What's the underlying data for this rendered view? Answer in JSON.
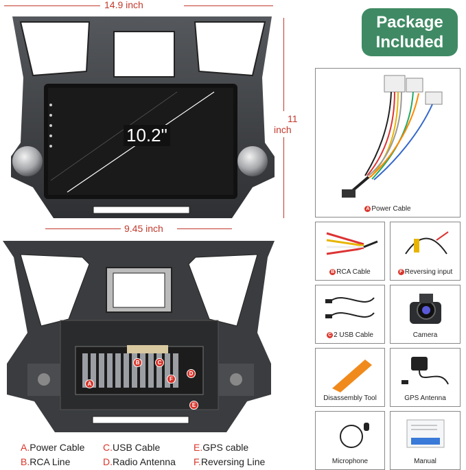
{
  "dimensions": {
    "width": "14.9 inch",
    "height_number": "11",
    "height_unit": "inch",
    "screen": "10.2\"",
    "screen_width": "9.45 inch"
  },
  "badge": {
    "line1": "Package",
    "line2": "Included"
  },
  "package": {
    "power_cable": {
      "marker": "A",
      "label": "Power Cable"
    },
    "rca_cable": {
      "marker": "B",
      "label": "RCA Cable"
    },
    "reversing_input": {
      "marker": "F",
      "label": "Reversing input"
    },
    "usb_cable": {
      "marker": "C",
      "label": "2 USB Cable"
    },
    "camera": {
      "label": "Camera"
    },
    "disassembly_tool": {
      "label": "Disassembly Tool"
    },
    "gps_antenna": {
      "label": "GPS Antenna"
    },
    "microphone": {
      "label": "Microphone"
    },
    "manual": {
      "label": "Manual"
    }
  },
  "back_markers": [
    "A",
    "B",
    "C",
    "D",
    "E",
    "F"
  ],
  "legend": [
    {
      "key": "A.",
      "text": "Power Cable"
    },
    {
      "key": "B.",
      "text": "RCA Line"
    },
    {
      "key": "C.",
      "text": "USB Cable"
    },
    {
      "key": "D.",
      "text": "Radio Antenna"
    },
    {
      "key": "E.",
      "text": "GPS cable"
    },
    {
      "key": "F.",
      "text": "Reversing Line"
    }
  ],
  "colors": {
    "accent_red": "#c0392b",
    "badge_green": "#3f8a64",
    "frame_dark": "#3a3c3f",
    "screen_black": "#111111"
  }
}
